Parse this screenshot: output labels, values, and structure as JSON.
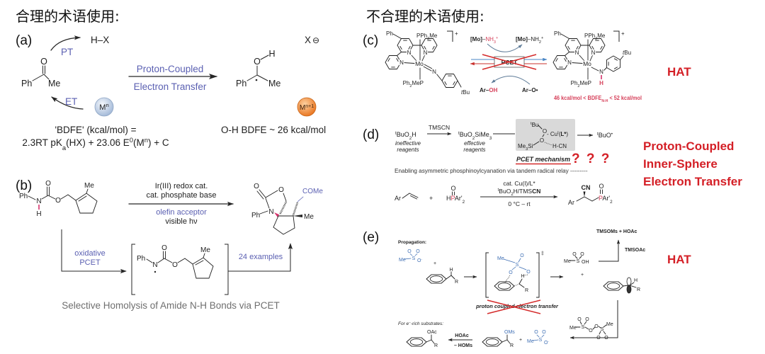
{
  "colors": {
    "blue_label": "#5b60b2",
    "red_verdict": "#d41f26",
    "red_highlight": "#d6405a",
    "bond_pink": "#d6336c",
    "scheme_blue": "#3f6fb4",
    "caption_gray": "#6f6f6f",
    "box_gray": "#d9d9d9",
    "metal_n_fill": "#9fb6d6",
    "metal_n1_fill": "#e8711a"
  },
  "headings": {
    "reasonable": "合理的术语使用:",
    "unreasonable": "不合理的术语使用:"
  },
  "panel_a": {
    "label": "(a)",
    "pt_label": "PT",
    "et_label": "ET",
    "acid": "H–X",
    "counterion": {
      "symbol": "X",
      "charge": "⊖"
    },
    "reactant": {
      "o": "O",
      "ph": "Ph",
      "me": "Me"
    },
    "metal_start": {
      "symbol": "M",
      "sup": "n"
    },
    "metal_end": {
      "symbol": "M",
      "sup": "n+1"
    },
    "arrow_top": "Proton-Coupled",
    "arrow_bottom": "Electron Transfer",
    "product": {
      "o": "O",
      "h": "H",
      "ph": "Ph",
      "me": "Me"
    },
    "bdfe_title": "'BDFE' (kcal/mol) =",
    "bdfe_formula": [
      "2.3RT pK",
      "a",
      "(HX) + 23.06 E",
      "0",
      "(M",
      "n",
      ") + C"
    ],
    "oh_bdfe": "O-H BDFE ~ 26 kcal/mol"
  },
  "panel_b": {
    "label": "(b)",
    "reactant": {
      "ph": "Ph",
      "n": "N",
      "h": "H",
      "o": "O",
      "me": "Me"
    },
    "conditions_above": [
      "Ir(III) redox cat.",
      "cat. phosphate base"
    ],
    "conditions_below": [
      "olefin acceptor",
      "visible hν"
    ],
    "product": {
      "ph": "Ph",
      "n": "N",
      "o": "O",
      "me": "Me",
      "side_chain": "COMe"
    },
    "path_label": [
      "oxidative",
      "PCET"
    ],
    "intermediate": {
      "ph": "Ph",
      "n": "N",
      "o": "O",
      "me": "Me"
    },
    "scope": "24 examples",
    "caption": "Selective Homolysis of Amide N-H Bonds via PCET"
  },
  "panel_c": {
    "label": "(c)",
    "complex_left": {
      "ph": "Ph",
      "top_ligand": [
        "PPh",
        "2",
        "Me"
      ],
      "bottom_ligand": [
        "Ph",
        "2",
        "MeP"
      ],
      "n": "N",
      "metal": "Mo",
      "tbu": [
        "t",
        "Bu"
      ],
      "charge": "+"
    },
    "complex_right": {
      "ph": "Ph",
      "top_ligand": [
        "PPh",
        "2",
        "Me"
      ],
      "bottom_ligand": [
        "Ph",
        "2",
        "MeP"
      ],
      "n": "N",
      "h": "H",
      "metal": "Mo",
      "tbu": [
        "t",
        "Bu"
      ],
      "charge": "+"
    },
    "shuttle": {
      "donor": [
        "[Mo]",
        "–",
        "NH",
        "3",
        "+"
      ],
      "acceptor": [
        "[Mo]",
        "–NH",
        "2",
        "+"
      ],
      "box": "PCET",
      "phenol": [
        "Ar–",
        "OH"
      ],
      "phenoxyl": "Ar–O•"
    },
    "bdfe_range": [
      "46 kcal/mol < BDFE",
      "N-H",
      " < 52 kcal/mol"
    ],
    "verdict": "HAT"
  },
  "panel_d": {
    "label": "(d)",
    "peroxide": [
      "t",
      "BuO",
      "2",
      "H"
    ],
    "peroxide_note": [
      "ineffective",
      "reagents"
    ],
    "activation_reagent": "TMSCN",
    "silyl_peroxide": [
      "t",
      "BuO",
      "2",
      "SiMe",
      "3"
    ],
    "silyl_peroxide_note": [
      "effective",
      "reagents"
    ],
    "complex": {
      "tbu": [
        "t",
        "Bu"
      ],
      "o": "O",
      "cu": [
        "- Cu",
        "I",
        "(",
        "L*",
        ")"
      ],
      "silyl": [
        "Me",
        "3",
        "Si"
      ],
      "hcn": "H-CN"
    },
    "radical": [
      "t",
      "BuO",
      "•"
    ],
    "mechanism_label": "PCET mechanism",
    "question_marks": "? ? ?",
    "subtitle": "Enabling asymmetric phosphinoylcyanation via tandem radical relay ---------",
    "reaction": {
      "alkene_ar": "Ar",
      "plus": "+",
      "phosphine_oxide": {
        "o": "O",
        "h": "H",
        "p": "P",
        "ar": "Ar'",
        "sub": "2"
      },
      "conditions": {
        "catalyst": "cat. Cu(I)/L*",
        "oxidant": [
          "t",
          "BuO",
          "2",
          "H/TMS",
          "CN"
        ],
        "temperature": "0 °C – rt"
      },
      "product": {
        "ar": "Ar",
        "cn": "CN",
        "o": "O",
        "p": "P",
        "ar2": "Ar'",
        "sub": "2"
      }
    },
    "verdict": [
      "Proton-Coupled",
      "Inner-Sphere",
      "Electron Transfer"
    ]
  },
  "panel_e": {
    "label": "(e)",
    "stage": "Propagation:",
    "mesylate": {
      "me": "Me",
      "s": "S",
      "o": "O",
      "charge": "-"
    },
    "substrate": {
      "h": "H",
      "r": "R"
    },
    "plus": "+",
    "transition_state": {
      "me": "Me",
      "s": "S",
      "o": "O",
      "h": "H",
      "r": "R",
      "mark": "‡"
    },
    "msoh": {
      "me": "Me",
      "s": "S",
      "o": "O",
      "oh": "OH"
    },
    "silyl_reagent": "TMSOAc",
    "byproducts": "TMSOMs + HOAc",
    "radical": {
      "h": "H",
      "r": "R"
    },
    "rejected_label": "proton coupled electron transfer",
    "peroxide": {
      "me": "Me",
      "s": "S",
      "o": "O"
    },
    "erich_note": [
      "For e",
      "−",
      "-rich substrates:"
    ],
    "acetate_product": {
      "oac": "OAc",
      "r": "R"
    },
    "substitution": {
      "reagent": "HOAc",
      "loss": "– HOMs"
    },
    "mesylate_product": {
      "oms": "OMs",
      "r": "R"
    },
    "verdict": "HAT"
  }
}
